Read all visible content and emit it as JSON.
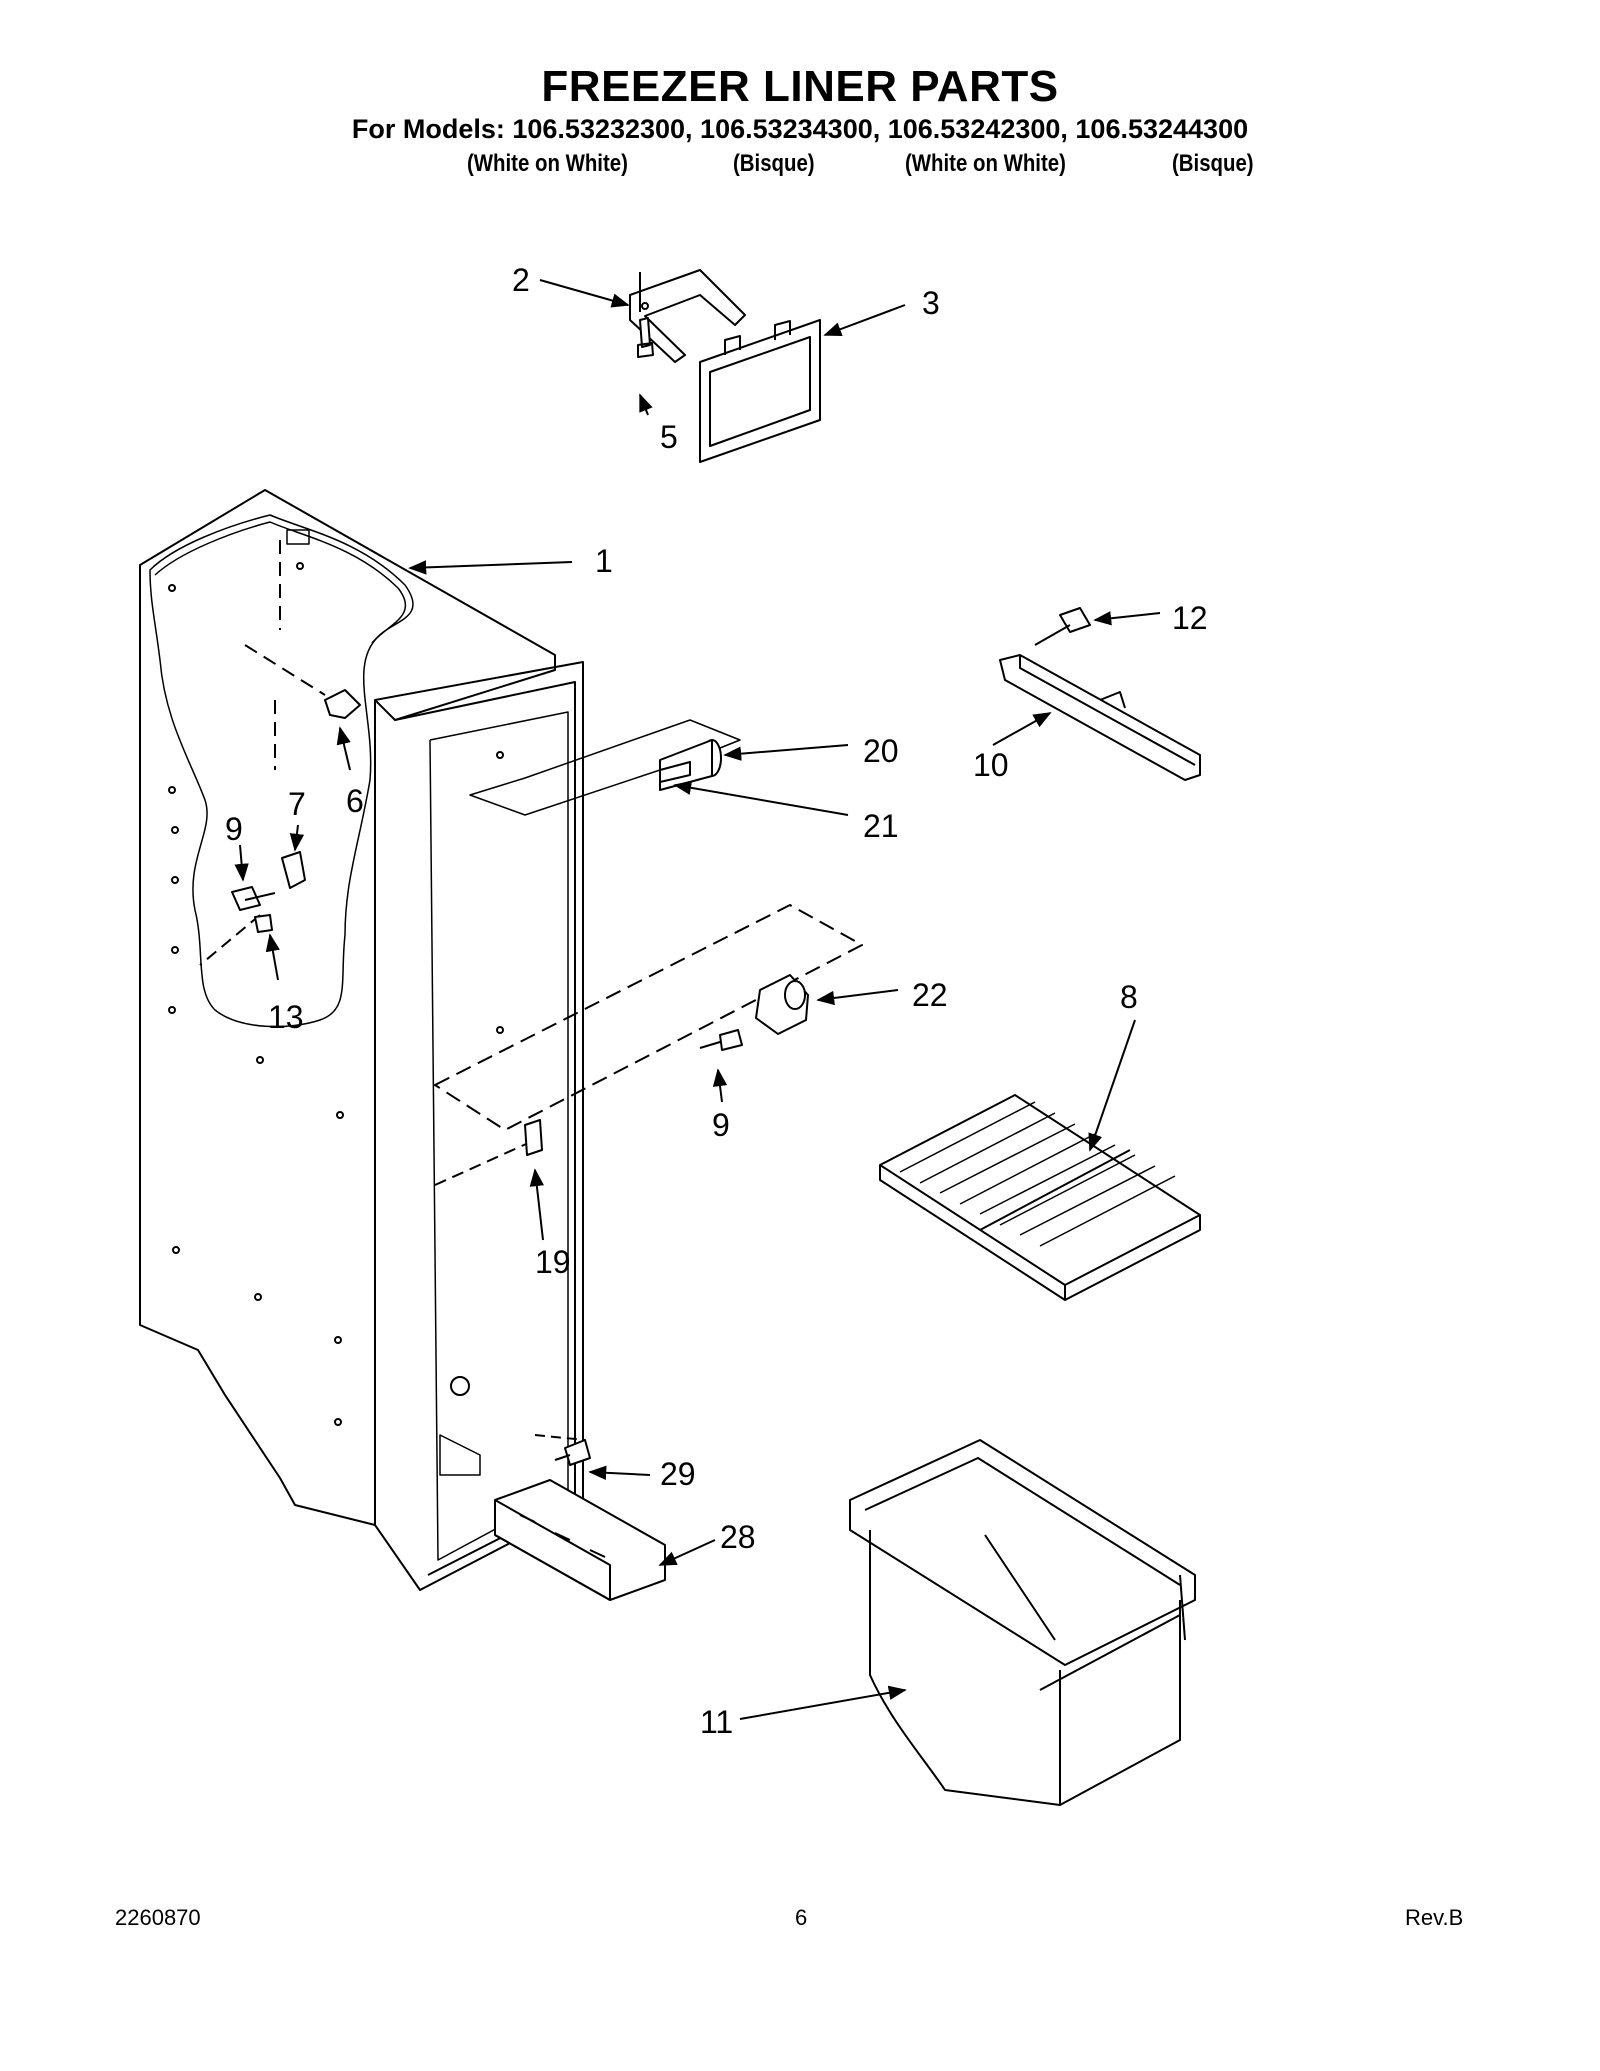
{
  "header": {
    "title": "FREEZER LINER PARTS",
    "models_line": "For Models: 106.53232300, 106.53234300, 106.53242300, 106.53244300",
    "variants": [
      "(White on White)",
      "(Bisque)",
      "(White on White)",
      "(Bisque)"
    ]
  },
  "callouts": {
    "c1": "1",
    "c2": "2",
    "c3": "3",
    "c5": "5",
    "c6": "6",
    "c7": "7",
    "c8": "8",
    "c9a": "9",
    "c9b": "9",
    "c10": "10",
    "c11": "11",
    "c12": "12",
    "c13": "13",
    "c19": "19",
    "c20": "20",
    "c21": "21",
    "c22": "22",
    "c28": "28",
    "c29": "29"
  },
  "footer": {
    "doc_number": "2260870",
    "page_number": "6",
    "revision": "Rev.B"
  }
}
